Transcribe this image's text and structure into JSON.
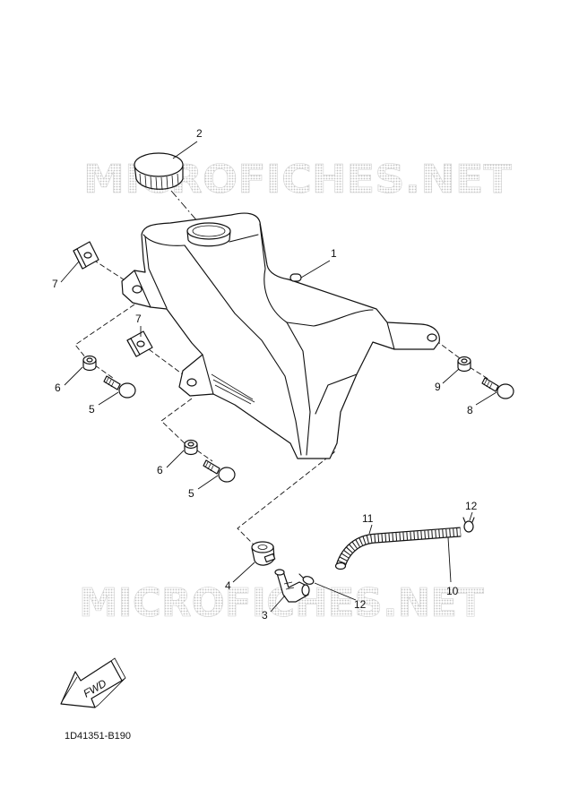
{
  "diagram": {
    "watermark": "MICROFICHES.NET",
    "fwd_label": "FWD",
    "code": "1D41351-B190"
  },
  "callouts": [
    "2",
    "1",
    "7",
    "7",
    "6",
    "5",
    "6",
    "5",
    "9",
    "8",
    "12",
    "11",
    "10",
    "4",
    "3",
    "12"
  ]
}
